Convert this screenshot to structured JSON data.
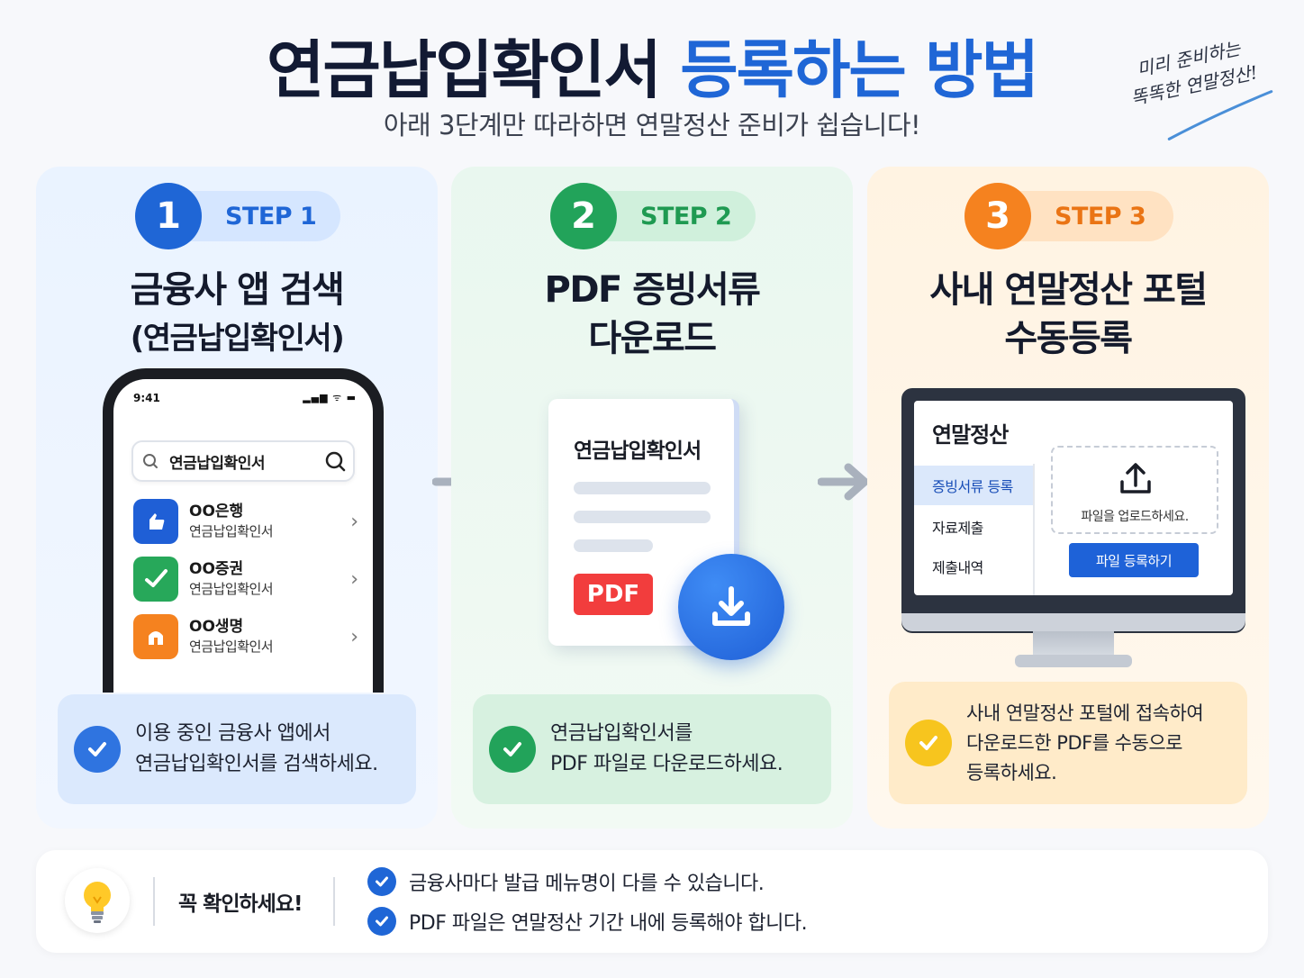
{
  "header": {
    "title_part1": "연금납입확인서",
    "title_part2": "등록하는 방법",
    "subtitle": "아래 3단계만 따라하면 연말정산 준비가 쉽습니다!",
    "handnote_line1": "미리 준비하는",
    "handnote_line2": "똑똑한 연말정산!"
  },
  "colors": {
    "blue": "#1f66d6",
    "green": "#22a35a",
    "orange": "#f5821f",
    "yellow": "#f7c51e"
  },
  "steps": [
    {
      "number": "1",
      "label": "STEP 1",
      "title_line1": "금융사 앱 검색",
      "title_line2": "(연금납입확인서)",
      "desc_line1": "이용 중인 금융사 앱에서",
      "desc_line2": "연금납입확인서를 검색하세요."
    },
    {
      "number": "2",
      "label": "STEP 2",
      "title_line1": "PDF 증빙서류",
      "title_line2": "다운로드",
      "desc_line1": "연금납입확인서를",
      "desc_line2": "PDF 파일로 다운로드하세요."
    },
    {
      "number": "3",
      "label": "STEP 3",
      "title_line1": "사내 연말정산 포털",
      "title_line2": "수동등록",
      "desc_line1": "사내 연말정산 포털에 접속하여",
      "desc_line2": "다운로드한 PDF를 수동으로",
      "desc_line3": "등록하세요."
    }
  ],
  "phone": {
    "time": "9:41",
    "status_icons": "▂▄▆ ᯤ ▬",
    "search_value": "연금납입확인서",
    "apps": [
      {
        "name": "OO은행",
        "sub": "연금납입확인서",
        "icon": "bank-icon",
        "color": "#1f5fd6"
      },
      {
        "name": "OO증권",
        "sub": "연금납입확인서",
        "icon": "securities-icon",
        "color": "#27a85a"
      },
      {
        "name": "OO생명",
        "sub": "연금납입확인서",
        "icon": "insurance-icon",
        "color": "#f5821f"
      }
    ]
  },
  "document": {
    "title": "연금납입확인서",
    "badge": "PDF"
  },
  "portal": {
    "title": "연말정산",
    "menu": [
      "증빙서류 등록",
      "자료제출",
      "제출내역"
    ],
    "upload_label": "파일을 업로드하세요.",
    "register_button": "파일 등록하기"
  },
  "note": {
    "title": "꼭 확인하세요!",
    "items": [
      "금융사마다 발급 메뉴명이 다를 수 있습니다.",
      "PDF 파일은 연말정산 기간 내에 등록해야 합니다."
    ]
  }
}
